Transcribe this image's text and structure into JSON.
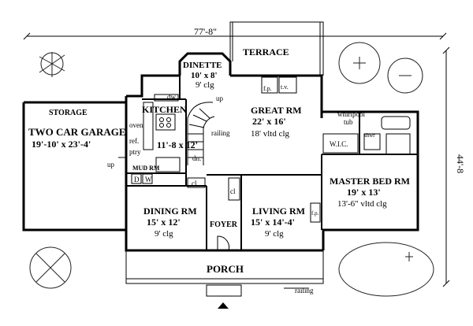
{
  "overall": {
    "width": "77'-8\"",
    "depth": "44'-8"
  },
  "rooms": {
    "terrace": {
      "name": "TERRACE"
    },
    "dinette": {
      "name": "DINETTE",
      "size": "10' x 8'",
      "clg": "9' clg"
    },
    "kitchen": {
      "name": "KITCHEN",
      "size": "11'-8 x 12'"
    },
    "great": {
      "name": "GREAT RM",
      "size": "22' x 16'",
      "clg": "18' vltd clg"
    },
    "garage": {
      "name": "TWO CAR GARAGE",
      "size": "19'-10' x 23'-4'"
    },
    "storage": {
      "name": "STORAGE"
    },
    "master": {
      "name": "MASTER BED RM",
      "size": "19' x 13'",
      "clg": "13'-6\" vltd clg"
    },
    "dining": {
      "name": "DINING RM",
      "size": "15' x 12'",
      "clg": "9' clg"
    },
    "living": {
      "name": "LIVING RM",
      "size": "15' x 14'-4'",
      "clg": "9' clg"
    },
    "foyer": {
      "name": "FOYER"
    },
    "porch": {
      "name": "PORCH"
    },
    "mud": {
      "name": "MUD RM"
    }
  },
  "fixtures": {
    "dw": "dw",
    "oven": "oven",
    "ref": "ref.",
    "ptry": "ptry",
    "up_garage": "up",
    "up_stair": "up",
    "dn": "dn.",
    "railing_stair": "railing",
    "railing_porch": "railing",
    "fp_great": "f.p.",
    "tv": "t.v.",
    "fp_living": "f.p.",
    "cl_dining": "cl",
    "cl_living": "cl",
    "whirlpool": "whirlpool",
    "tub": "tub",
    "wic": "W.I.C.",
    "shwr": "shwr",
    "d": "D",
    "w": "W"
  }
}
